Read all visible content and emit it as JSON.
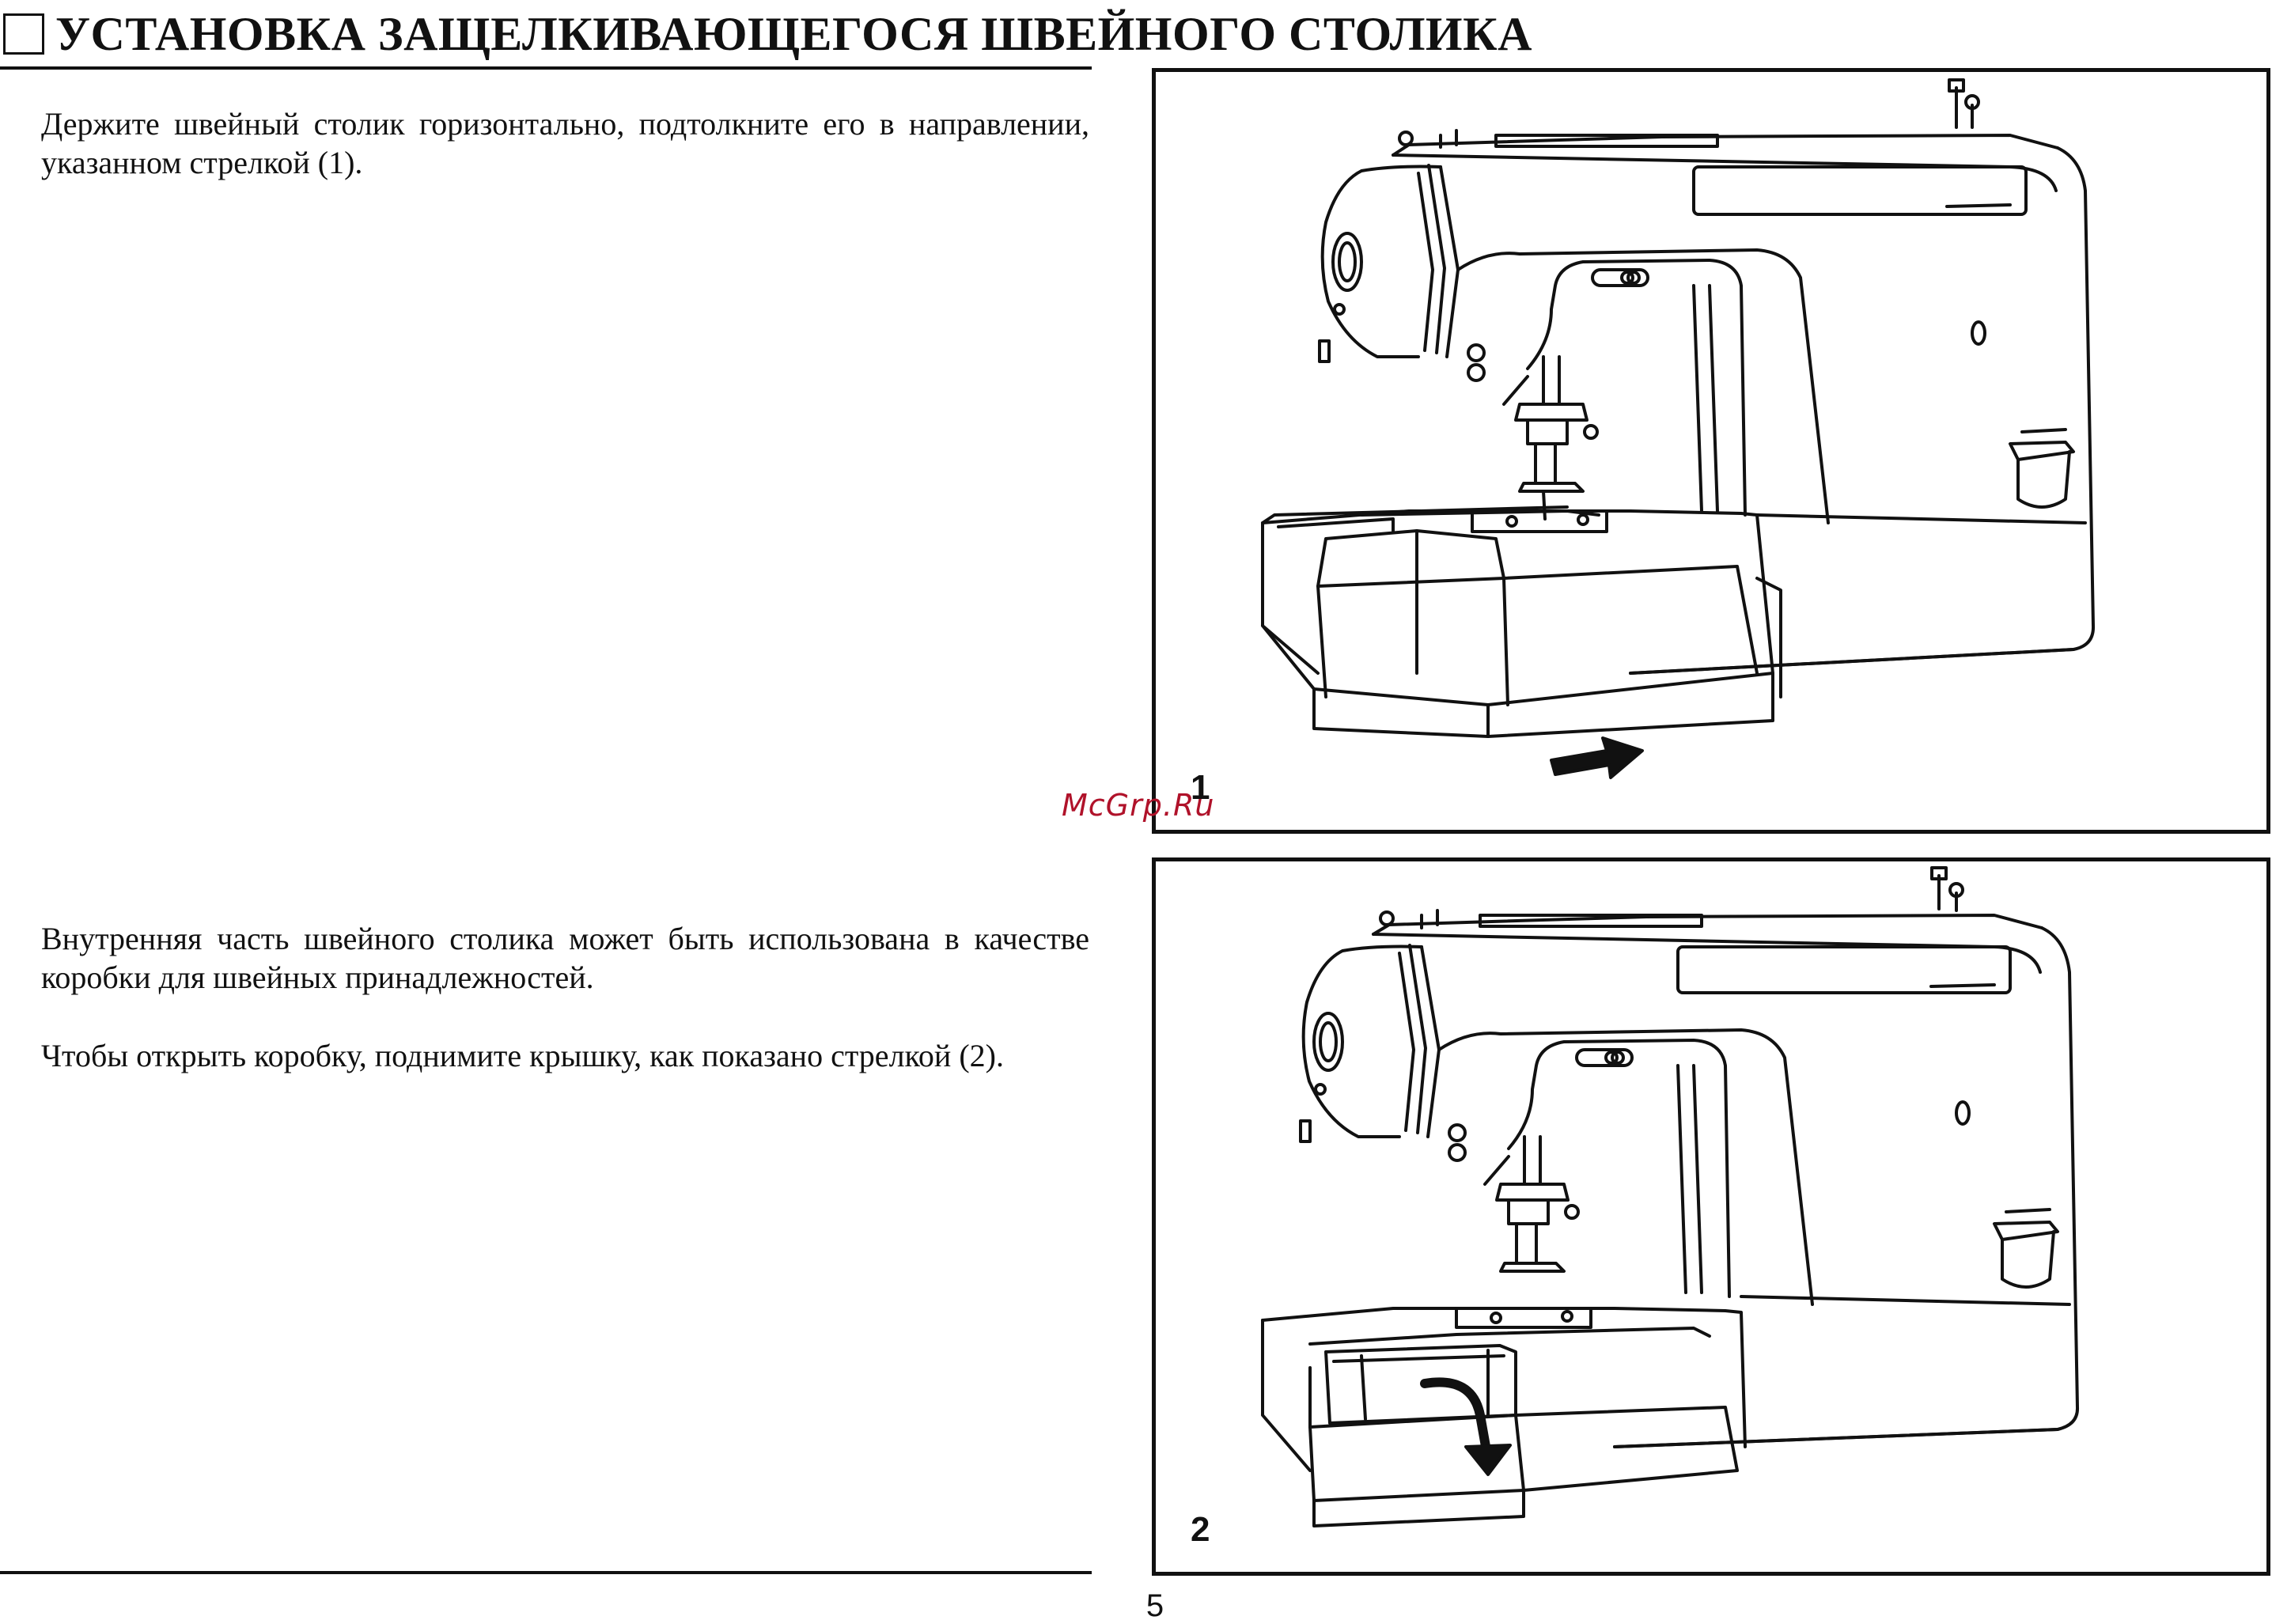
{
  "header": {
    "title": "УСТАНОВКА ЗАЩЕЛКИВАЮЩЕГОСЯ ШВЕЙНОГО СТОЛИКА"
  },
  "content": {
    "paragraph_1": "Держите швейный столик горизонтально, подтолкните его в направлении, указанном стрелкой (1).",
    "paragraph_2": "Внутренняя часть швейного столика может быть использована в качестве коробки для швейных принадлежностей.",
    "paragraph_3": "Чтобы открыть коробку, поднимите крышку, как показано стрелкой (2)."
  },
  "figures": [
    {
      "number": "1",
      "icon": "sewing-machine-push-arrow-illustration"
    },
    {
      "number": "2",
      "icon": "sewing-machine-open-box-illustration"
    }
  ],
  "watermark": "McGrp.Ru",
  "footer": {
    "page_number": "5"
  }
}
